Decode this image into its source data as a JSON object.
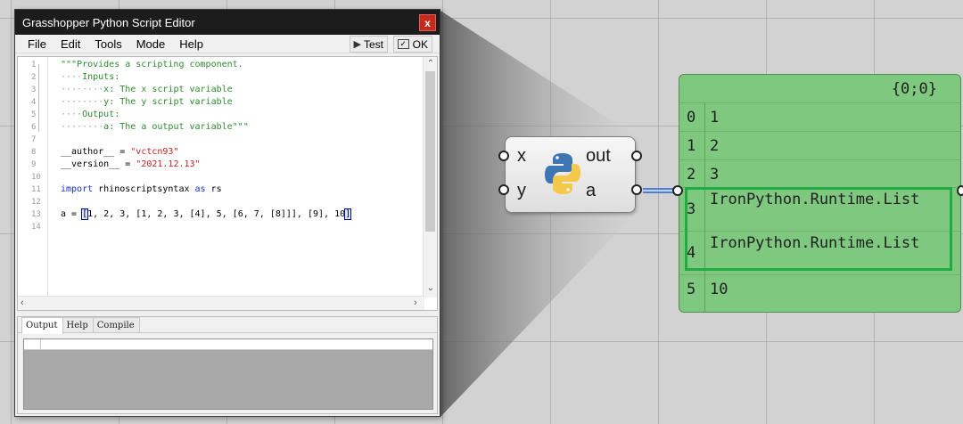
{
  "editor": {
    "title": "Grasshopper Python Script Editor",
    "close_label": "x",
    "menu": [
      "File",
      "Edit",
      "Tools",
      "Mode",
      "Help"
    ],
    "test_label": "Test",
    "ok_label": "OK",
    "line_numbers": [
      "1",
      "2",
      "3",
      "4",
      "5",
      "6",
      "7",
      "8",
      "9",
      "10",
      "11",
      "12",
      "13",
      "14"
    ],
    "code": {
      "l1": "\"\"\"Provides a scripting component.",
      "l2_dots": "····",
      "l2": "Inputs:",
      "l3_dots": "········",
      "l3": "x: The x script variable",
      "l4_dots": "········",
      "l4": "y: The y script variable",
      "l5_dots": "····",
      "l5": "Output:",
      "l6_dots": "········",
      "l6": "a: The a output variable\"\"\"",
      "l8_name": "__author__ = ",
      "l8_value": "\"vctcn93\"",
      "l9_name": "__version__ = ",
      "l9_value": "\"2021.12.13\"",
      "l11_kw1": "import",
      "l11_mod": " rhinoscriptsyntax ",
      "l11_kw2": "as",
      "l11_alias": " rs",
      "l13_prefix": "a = ",
      "l13_open": "[",
      "l13_body": "1, 2, 3, [1, 2, 3, [4], 5, [6, 7, [8]]], [9], 10",
      "l13_close": "]"
    },
    "tabs": [
      "Output",
      "Help",
      "Compile"
    ]
  },
  "component": {
    "inputs": [
      "x",
      "y"
    ],
    "outputs": [
      "out",
      "a"
    ]
  },
  "panel": {
    "path": "{0;0}",
    "rows": [
      {
        "index": "0",
        "value": "1"
      },
      {
        "index": "1",
        "value": "2"
      },
      {
        "index": "2",
        "value": "3"
      },
      {
        "index": "3",
        "value": "IronPython.Runtime.List"
      },
      {
        "index": "4",
        "value": "IronPython.Runtime.List"
      },
      {
        "index": "5",
        "value": "10"
      }
    ]
  },
  "colors": {
    "panel_bg": "#7fc87f",
    "highlight": "#22aa44",
    "docstring": "#2e8b2e",
    "string": "#c81e1e",
    "keyword": "#1a2fbf"
  }
}
